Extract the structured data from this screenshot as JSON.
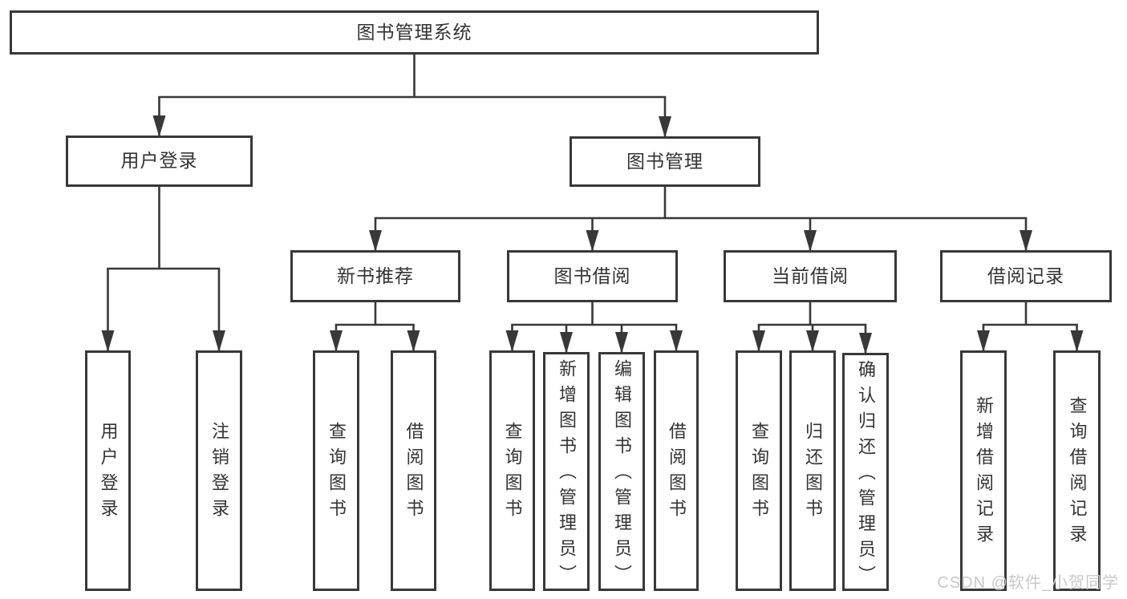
{
  "diagram": {
    "title": "图书管理系统",
    "watermark": "CSDN @软件_小贺同学",
    "colors": {
      "line": "#383838",
      "text": "#333333",
      "box_bg": "#ffffff",
      "watermark": "#c9c9c9"
    },
    "nodes": [
      {
        "id": "root",
        "label": "图书管理系统"
      },
      {
        "id": "user-login-branch",
        "label": "用户登录"
      },
      {
        "id": "book-mgmt-branch",
        "label": "图书管理"
      },
      {
        "id": "new-book-recommend",
        "label": "新书推荐"
      },
      {
        "id": "book-borrow",
        "label": "图书借阅"
      },
      {
        "id": "current-borrow",
        "label": "当前借阅"
      },
      {
        "id": "borrow-records",
        "label": "借阅记录"
      },
      {
        "id": "leaf-user-login",
        "label": "用户登录"
      },
      {
        "id": "leaf-logout",
        "label": "注销登录"
      },
      {
        "id": "leaf-nb-query-books",
        "label": "查询图书"
      },
      {
        "id": "leaf-nb-borrow-books",
        "label": "借阅图书"
      },
      {
        "id": "leaf-bb-query-books",
        "label": "查询图书"
      },
      {
        "id": "leaf-bb-add-books",
        "label": "新增图书（管理员）"
      },
      {
        "id": "leaf-bb-edit-books",
        "label": "编辑图书（管理员）"
      },
      {
        "id": "leaf-bb-borrow-books",
        "label": "借阅图书"
      },
      {
        "id": "leaf-cb-query-books",
        "label": "查询图书"
      },
      {
        "id": "leaf-cb-return-books",
        "label": "归还图书"
      },
      {
        "id": "leaf-cb-confirm-return",
        "label": "确认归还（管理员）"
      },
      {
        "id": "leaf-br-add-record",
        "label": "新增借阅记录"
      },
      {
        "id": "leaf-br-query-record",
        "label": "查询借阅记录"
      }
    ],
    "edges": [
      {
        "parent": "root",
        "children": [
          "user-login-branch",
          "book-mgmt-branch"
        ]
      },
      {
        "parent": "user-login-branch",
        "children": [
          "leaf-user-login",
          "leaf-logout"
        ]
      },
      {
        "parent": "book-mgmt-branch",
        "children": [
          "new-book-recommend",
          "book-borrow",
          "current-borrow",
          "borrow-records"
        ]
      },
      {
        "parent": "new-book-recommend",
        "children": [
          "leaf-nb-query-books",
          "leaf-nb-borrow-books"
        ]
      },
      {
        "parent": "book-borrow",
        "children": [
          "leaf-bb-query-books",
          "leaf-bb-add-books",
          "leaf-bb-edit-books",
          "leaf-bb-borrow-books"
        ]
      },
      {
        "parent": "current-borrow",
        "children": [
          "leaf-cb-query-books",
          "leaf-cb-return-books",
          "leaf-cb-confirm-return"
        ]
      },
      {
        "parent": "borrow-records",
        "children": [
          "leaf-br-add-record",
          "leaf-br-query-record"
        ]
      }
    ]
  }
}
